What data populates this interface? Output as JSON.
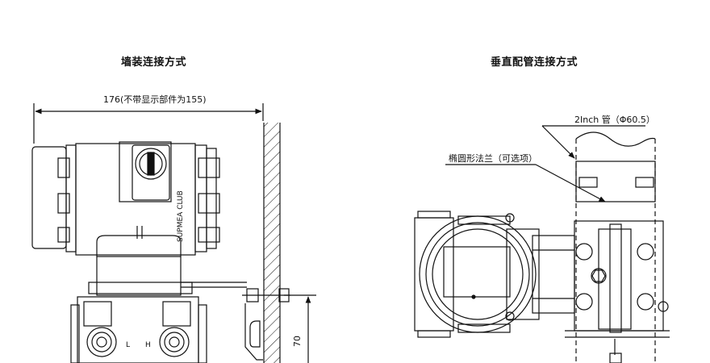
{
  "titles": {
    "wall_mount": "墙装连接方式",
    "vertical_pipe": "垂直配管连接方式"
  },
  "left_drawing": {
    "width_dimension": "176(不带显示部件为155)",
    "height_dimension": "70",
    "brand_text": "SUPMEA CLUB",
    "port_labels": [
      "L",
      "H"
    ]
  },
  "right_drawing": {
    "pipe_callout": "2Inch 管（Φ60.5）",
    "flange_callout": "椭圆形法兰（可选项）"
  },
  "colors": {
    "line": "#111111",
    "background": "#ffffff"
  }
}
